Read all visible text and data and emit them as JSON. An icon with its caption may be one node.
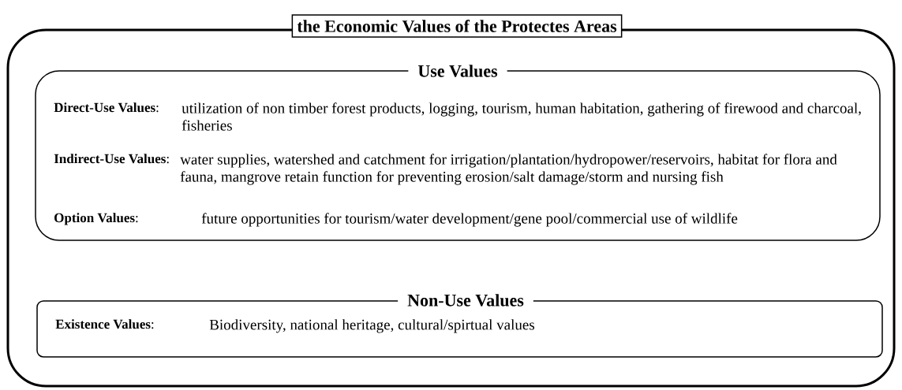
{
  "diagram": {
    "nodes": [
      {
        "text": [
          "the Economic Values of the Protectes Areas"
        ]
      },
      {
        "text": [
          "Use Values",
          "**Direct-Use Values**:",
          "utilization of non timber forest products, logging, tourism, human habitation, gathering of firewood and charcoal, fisheries",
          "**Indirect-Use Values**:",
          "water supplies, watershed and catchment for irrigation/plantation/hydropower/reservoirs, habitat for flora and fauna, mangrove retain function for preventing erosion/salt damage/storm and nursing fish",
          "**Option Values**:",
          "future opportunities for tourism/water development/gene pool/commercial use of wildlife"
        ],
        "in": 0
      },
      {
        "text": [
          "Non-Use Values",
          "**Existence Values**:",
          "Biodiversity, national heritage, cultural/spirtual values"
        ],
        "in": 0
      }
    ]
  }
}
